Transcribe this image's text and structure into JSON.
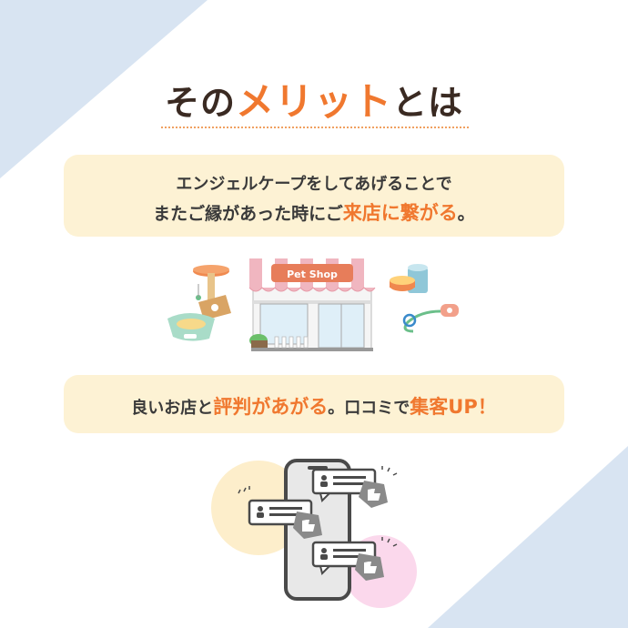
{
  "title": {
    "pre": "その",
    "accent": "メリット",
    "post": "とは"
  },
  "card1": {
    "line1": "エンジェルケープをしてあげることで",
    "line2_pre": "またご縁があった時にご",
    "line2_accent": "来店に繋がる",
    "line2_post": "。"
  },
  "shop": {
    "sign": "Pet Shop"
  },
  "card2": {
    "pre": "良いお店と",
    "accent1": "評判",
    "mid1": "があがる",
    "mid2": "。口コミで",
    "accent2": "集客UP",
    "post": "！"
  },
  "colors": {
    "accent": "#f0782f",
    "card_bg": "#fdf2d4",
    "corner": "#d8e4f2",
    "title_dark": "#3a2a22"
  }
}
